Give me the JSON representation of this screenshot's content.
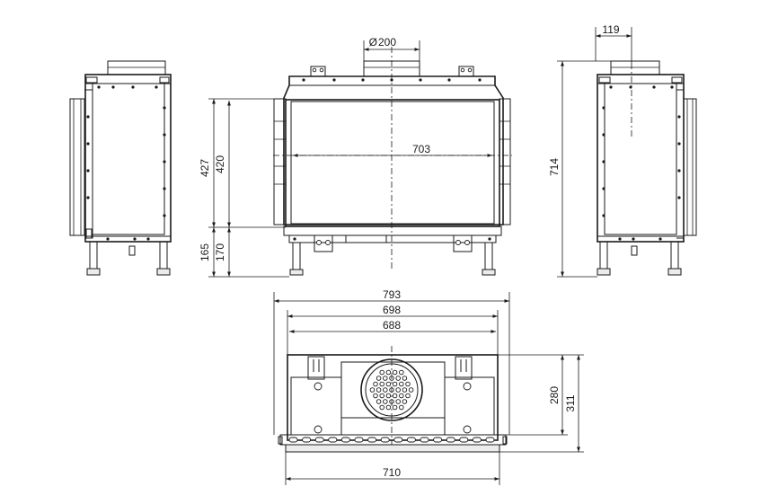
{
  "diagram": {
    "front_view": {
      "diameter_symbol": "Ø",
      "diameter_value": "200",
      "width_703": "703",
      "height_427": "427",
      "height_420": "420",
      "height_165": "165",
      "height_170": "170"
    },
    "side_view": {
      "offset_119": "119",
      "height_714": "714"
    },
    "top_view": {
      "width_793": "793",
      "width_698": "698",
      "width_688": "688",
      "width_710": "710",
      "depth_280": "280",
      "depth_311": "311"
    }
  }
}
